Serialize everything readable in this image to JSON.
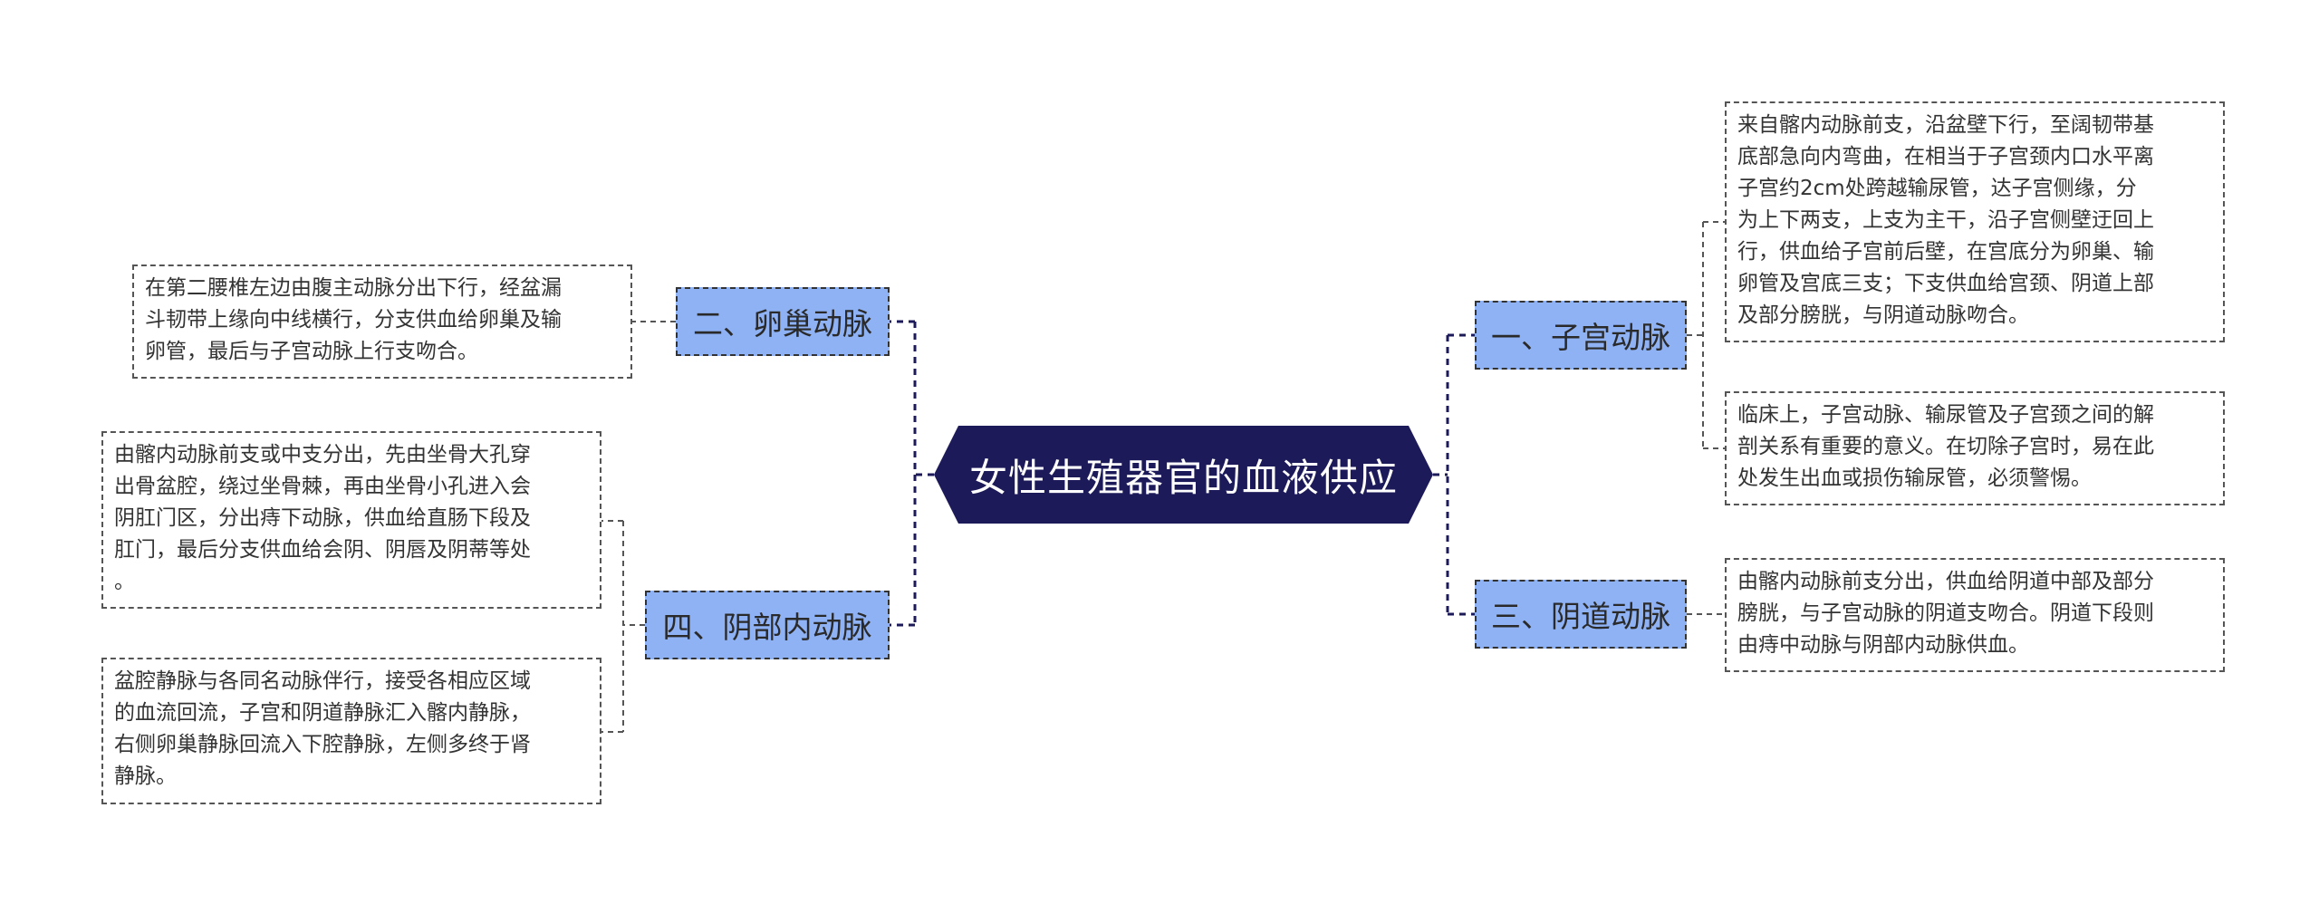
{
  "diagram": {
    "title": "女性生殖器官的血液供应",
    "branches": [
      {
        "label": "一、子宫动脉",
        "details": [
          [
            "来自髂内动脉前支，沿盆壁下行，至阔韧带基",
            "底部急向内弯曲，在相当于子宫颈内口水平离",
            "子宫约2cm处跨越输尿管，达子宫侧缘，分",
            "为上下两支，上支为主干，沿子宫侧壁迂回上",
            "行，供血给子宫前后壁，在宫底分为卵巢、输",
            "卵管及宫底三支；下支供血给宫颈、阴道上部",
            "及部分膀胱，与阴道动脉吻合。"
          ],
          [
            "临床上，子宫动脉、输尿管及子宫颈之间的解",
            "剖关系有重要的意义。在切除子宫时，易在此",
            "处发生出血或损伤输尿管，必须警惕。"
          ]
        ]
      },
      {
        "label": "二、卵巢动脉",
        "details": [
          [
            "在第二腰椎左边由腹主动脉分出下行，经盆漏",
            "斗韧带上缘向中线横行，分支供血给卵巢及输",
            "卵管，最后与子宫动脉上行支吻合。"
          ]
        ]
      },
      {
        "label": "三、阴道动脉",
        "details": [
          [
            "由髂内动脉前支分出，供血给阴道中部及部分",
            "膀胱，与子宫动脉的阴道支吻合。阴道下段则",
            "由痔中动脉与阴部内动脉供血。"
          ]
        ]
      },
      {
        "label": "四、阴部内动脉",
        "details": [
          [
            "由髂内动脉前支或中支分出，先由坐骨大孔穿",
            "出骨盆腔，绕过坐骨棘，再由坐骨小孔进入会",
            "阴肛门区，分出痔下动脉，供血给直肠下段及",
            "肛门，最后分支供血给会阴、阴唇及阴蒂等处",
            "。"
          ],
          [
            "盆腔静脉与各同名动脉伴行，接受各相应区域",
            "的血流回流，子宫和阴道静脉汇入髂内静脉，",
            "右侧卵巢静脉回流入下腔静脉，左侧多终于肾",
            "静脉。"
          ]
        ]
      }
    ]
  },
  "colors": {
    "center_fill": "#1c1a58",
    "branch_fill": "#8fb2f5",
    "line": "#1c1a58",
    "leaf_border": "#555555"
  }
}
